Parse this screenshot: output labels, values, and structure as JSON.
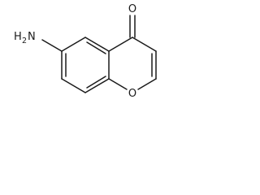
{
  "molecule": {
    "atoms": {
      "carbonyl_oxygen": "O",
      "ring_oxygen": "O",
      "amine_hetero": "H",
      "amine_count": "2",
      "amine_n": "N"
    },
    "bond_color": "#1a1a1a"
  }
}
